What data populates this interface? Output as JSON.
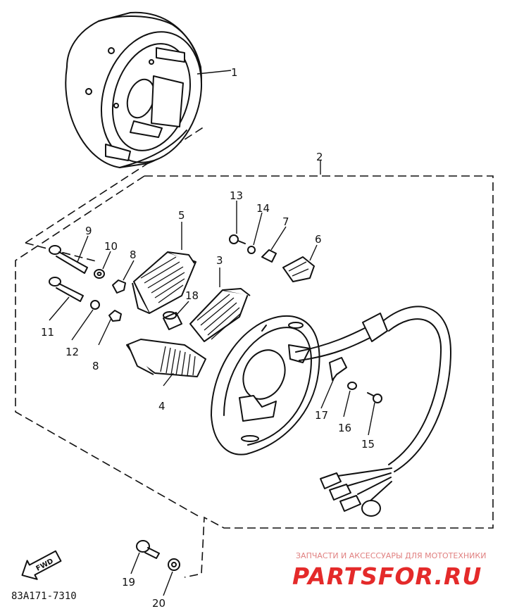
{
  "diagram": {
    "drawing_code": "83A171-7310",
    "fwd_arrow_label": "FWD",
    "callouts": {
      "c1": "1",
      "c2": "2",
      "c3": "3",
      "c4": "4",
      "c5": "5",
      "c6": "6",
      "c7": "7",
      "c8a": "8",
      "c8b": "8",
      "c9": "9",
      "c10": "10",
      "c11": "11",
      "c12": "12",
      "c13": "13",
      "c14": "14",
      "c15": "15",
      "c16": "16",
      "c17": "17",
      "c18": "18",
      "c19": "19",
      "c20": "20"
    }
  },
  "watermark": {
    "tagline": "ЗАПЧАСТИ И АКСЕССУАРЫ ДЛЯ МОТОТЕХНИКИ",
    "brand": "PARTSFOR.RU",
    "color": "#e42a2a"
  }
}
